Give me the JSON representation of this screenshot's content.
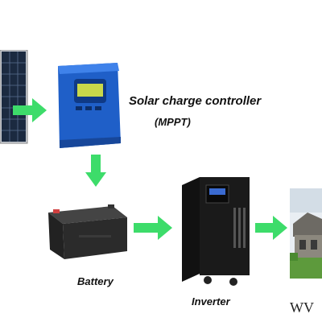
{
  "labels": {
    "controller": "Solar charge controller",
    "controller_type": "(MPPT)",
    "battery": "Battery",
    "inverter": "Inverter",
    "watermark": "WV"
  },
  "colors": {
    "arrow": "#3ddc6a",
    "controller_body": "#1f5fc8",
    "panel_cell": "#1b2a40",
    "battery_body": "#2b2b2b",
    "inverter_body": "#1a1a1a"
  },
  "icons": [
    "solar-panel-icon",
    "charge-controller-icon",
    "battery-icon",
    "inverter-icon",
    "house-photo-icon",
    "arrow-right-icon",
    "arrow-down-icon"
  ]
}
